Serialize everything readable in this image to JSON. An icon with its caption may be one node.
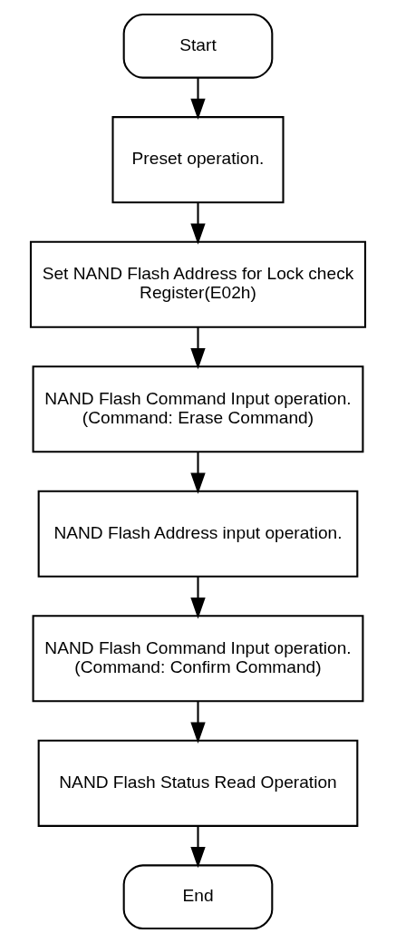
{
  "diagram": {
    "nodes": [
      {
        "text": [
          "Start"
        ]
      },
      {
        "text": [
          "Preset operation."
        ]
      },
      {
        "text": [
          "Set NAND Flash Address for Lock check Register(E02h)"
        ]
      },
      {
        "text": [
          "NAND Flash Command Input operation. (Command: Erase Command)"
        ]
      },
      {
        "text": [
          "NAND Flash Address input operation."
        ]
      },
      {
        "text": [
          "NAND Flash Command Input operation. (Command: Confirm Command)"
        ]
      },
      {
        "text": [
          "NAND Flash Status Read Operation"
        ]
      },
      {
        "text": [
          "End"
        ]
      }
    ],
    "edges": [
      {
        "from": 0,
        "to": 1,
        "arrow": "to"
      },
      {
        "from": 1,
        "to": 2,
        "arrow": "to"
      },
      {
        "from": 2,
        "to": 3,
        "arrow": "to"
      },
      {
        "from": 3,
        "to": 4,
        "arrow": "to"
      },
      {
        "from": 4,
        "to": 5,
        "arrow": "to"
      },
      {
        "from": 5,
        "to": 6,
        "arrow": "to"
      },
      {
        "from": 6,
        "to": 7,
        "arrow": "to"
      }
    ]
  }
}
